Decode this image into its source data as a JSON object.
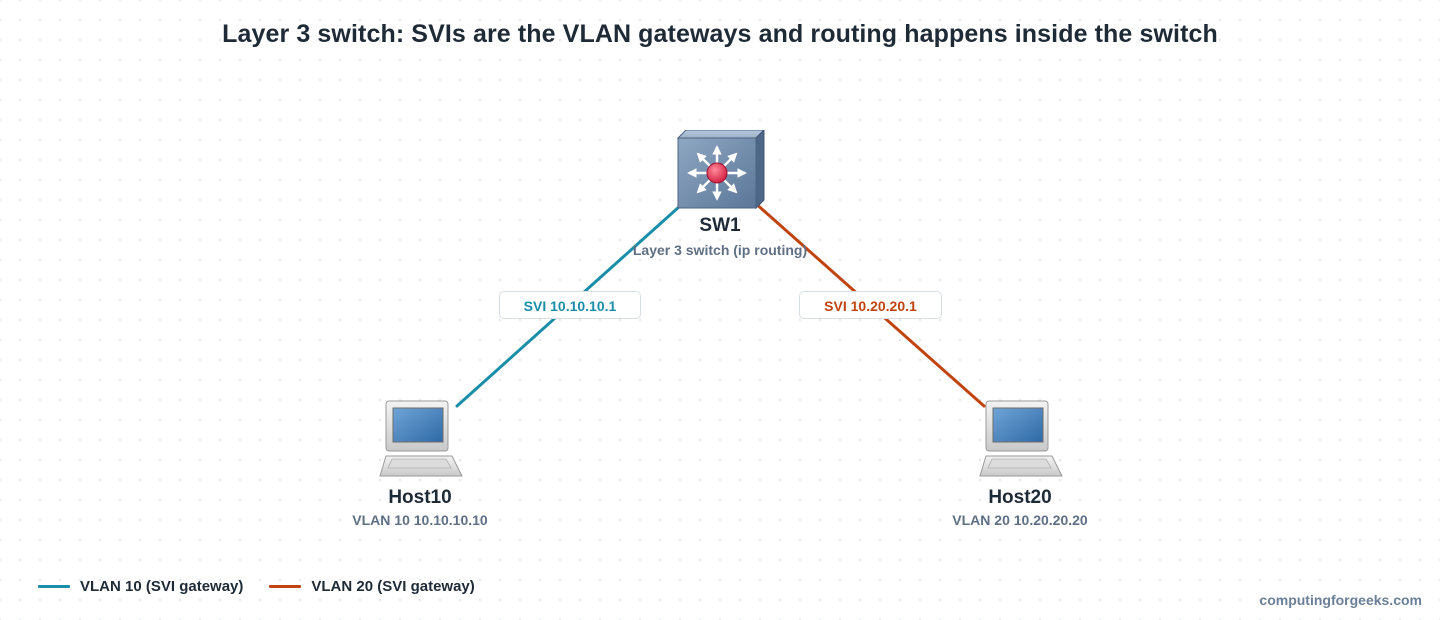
{
  "title": "Layer 3 switch: SVIs are the VLAN gateways and routing happens inside the switch",
  "colors": {
    "vlan10": "#1a8ea8",
    "vlan20": "#c0440f"
  },
  "nodes": {
    "switch": {
      "name": "SW1",
      "subtitle": "Layer 3 switch (ip routing)",
      "icon": "multilayer-switch-icon"
    },
    "host10": {
      "name": "Host10",
      "subtitle": "VLAN 10 10.10.10.10",
      "icon": "laptop-icon"
    },
    "host20": {
      "name": "Host20",
      "subtitle": "VLAN 20 10.20.20.20",
      "icon": "laptop-icon"
    }
  },
  "links": {
    "vlan10": {
      "label": "SVI 10.10.10.1"
    },
    "vlan20": {
      "label": "SVI 10.20.20.1"
    }
  },
  "legend": [
    {
      "label": "VLAN 10 (SVI gateway)"
    },
    {
      "label": "VLAN 20 (SVI gateway)"
    }
  ],
  "credit": "computingforgeeks.com"
}
